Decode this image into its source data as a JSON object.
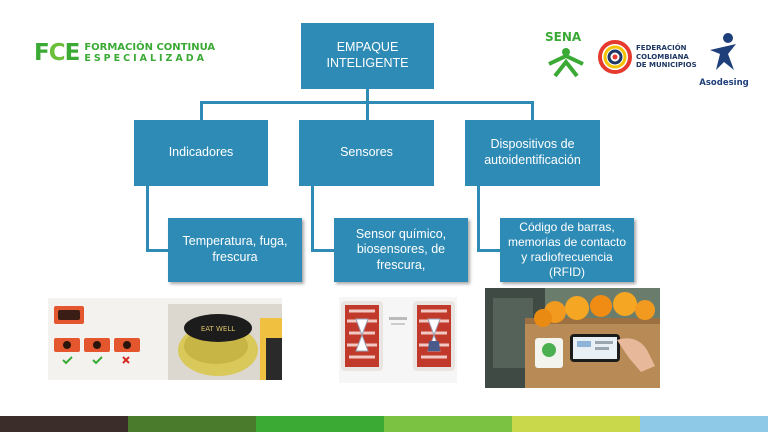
{
  "header": {
    "fce_mark_f": "F",
    "fce_mark_c": "C",
    "fce_mark_e": "E",
    "fce_line1": "FORMACIÓN CONTINUA",
    "fce_line2": "ESPECIALIZADA",
    "sena": "SENA",
    "fcm_line1": "FEDERACIÓN",
    "fcm_line2": "COLOMBIANA",
    "fcm_line3": "DE MUNICIPIOS",
    "asodesing": "Asodesing"
  },
  "diagram": {
    "root": "EMPAQUE INTELIGENTE",
    "branches": [
      {
        "label": "Indicadores",
        "child": "Temperatura, fuga, frescura"
      },
      {
        "label": "Sensores",
        "child": "Sensor químico, biosensores, de frescura,"
      },
      {
        "label": "Dispositivos de autoidentificación",
        "child": "Código de barras, memorias de contacto y radiofrecuencia (RFID)"
      }
    ]
  },
  "photos": {
    "indicator_brand": "EAT WELL"
  },
  "colors": {
    "box": "#2e8bb6",
    "stripes": [
      "#3b2e2a",
      "#4a7a2c",
      "#3aaa35",
      "#7cc242",
      "#c8d84a",
      "#8fc9e8"
    ]
  }
}
